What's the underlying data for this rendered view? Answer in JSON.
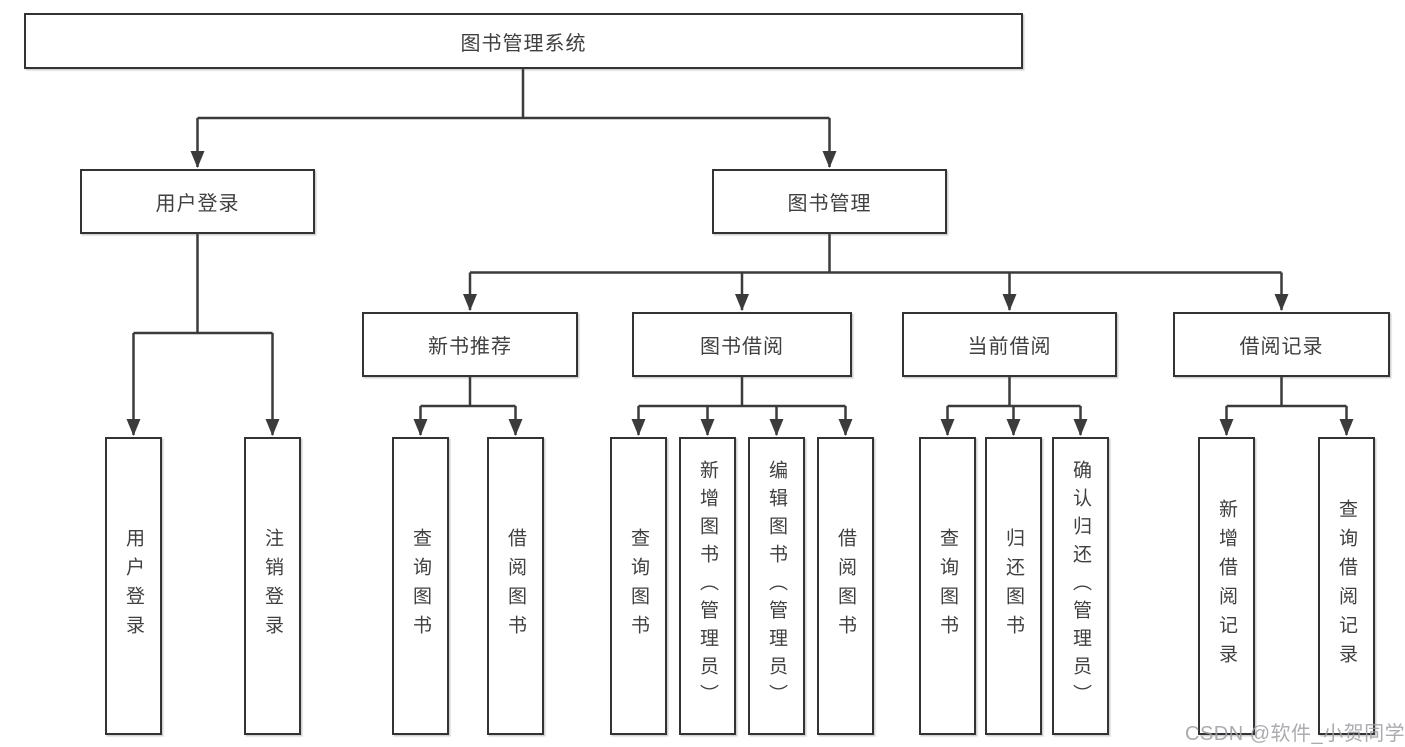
{
  "tree": {
    "root": {
      "label": "图书管理系统"
    },
    "branches": [
      {
        "label": "用户登录",
        "children": [
          {
            "label": "用户登录"
          },
          {
            "label": "注销登录"
          }
        ]
      },
      {
        "label": "图书管理",
        "children": [
          {
            "label": "新书推荐",
            "children": [
              {
                "label": "查询图书"
              },
              {
                "label": "借阅图书"
              }
            ]
          },
          {
            "label": "图书借阅",
            "children": [
              {
                "label": "查询图书"
              },
              {
                "label": "新增图书（管理员）"
              },
              {
                "label": "编辑图书（管理员）"
              },
              {
                "label": "借阅图书"
              }
            ]
          },
          {
            "label": "当前借阅",
            "children": [
              {
                "label": "查询图书"
              },
              {
                "label": "归还图书"
              },
              {
                "label": "确认归还（管理员）"
              }
            ]
          },
          {
            "label": "借阅记录",
            "children": [
              {
                "label": "新增借阅记录"
              },
              {
                "label": "查询借阅记录"
              }
            ]
          }
        ]
      }
    ]
  },
  "watermark": "CSDN @软件_小贺同学",
  "colors": {
    "line": "#3b3b3b",
    "box_border": "#333333",
    "box_fill": "#ffffff",
    "text": "#404040",
    "watermark": "#9ea0a6"
  }
}
